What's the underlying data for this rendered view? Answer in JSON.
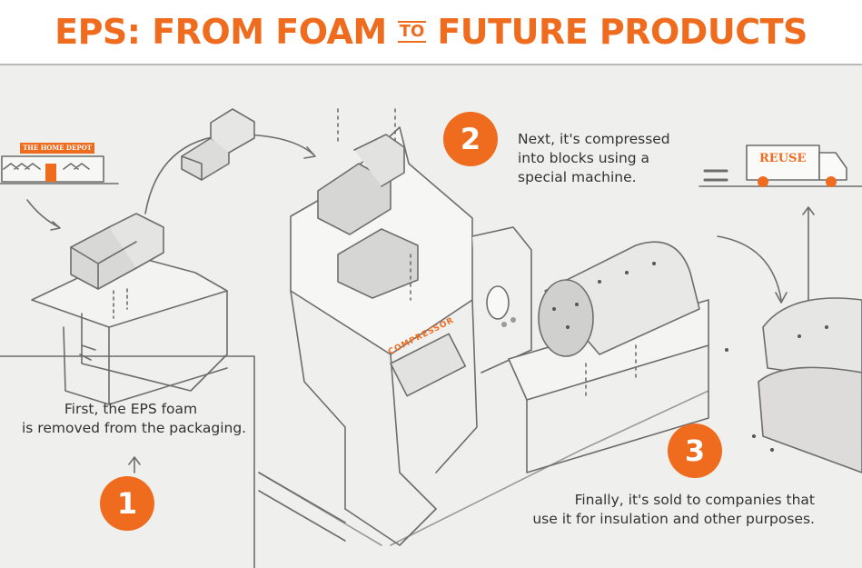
{
  "colors": {
    "accent": "#ef6c1f",
    "line": "#6d6d6d",
    "background": "#efefed"
  },
  "title": {
    "part1": "EPS: FROM FOAM",
    "connector": "TO",
    "part2": "FUTURE PRODUCTS"
  },
  "labels": {
    "store_sign": "THE HOME DEPOT",
    "truck": "REUSE",
    "machine": "COMPRESSOR"
  },
  "steps": [
    {
      "number": "1",
      "lines": [
        "First, the EPS foam",
        "is removed from the packaging."
      ]
    },
    {
      "number": "2",
      "lines": [
        "Next, it's compressed",
        "into blocks using a",
        "special machine."
      ]
    },
    {
      "number": "3",
      "lines": [
        "Finally, it's sold to companies that",
        "use it for insulation and other purposes."
      ]
    }
  ]
}
